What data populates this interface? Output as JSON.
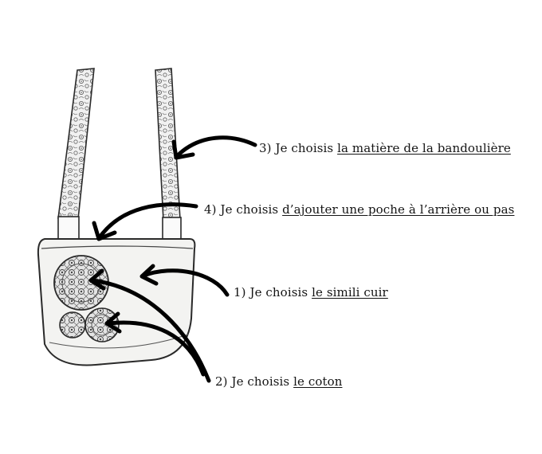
{
  "labels": {
    "step3": {
      "prefix": "3) Je choisis ",
      "link": "la matière de la bandoulière"
    },
    "step4": {
      "prefix": "4) Je choisis ",
      "link": "d’ajouter une poche à l’arrière ou pas"
    },
    "step1": {
      "prefix": "1) Je choisis ",
      "link": "le simili cuir"
    },
    "step2": {
      "prefix": "2) Je choisis ",
      "link": "le coton"
    }
  },
  "colors": {
    "ink": "#141414",
    "arrow": "#000000",
    "bag_fill": "#f3f3f1"
  }
}
